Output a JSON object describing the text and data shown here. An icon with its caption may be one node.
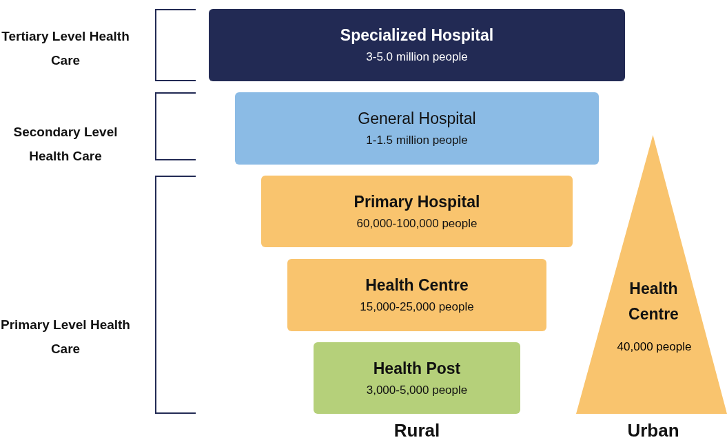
{
  "diagram": {
    "nodes": [
      {
        "text": [
          "Specialized Hospital",
          "3-5.0 million people"
        ]
      },
      {
        "text": [
          "General Hospital",
          "1-1.5 million people"
        ]
      },
      {
        "text": [
          "Primary Hospital",
          "60,000-100,000 people"
        ]
      },
      {
        "text": [
          "Health Centre",
          "15,000-25,000 people"
        ]
      },
      {
        "text": [
          "Health Post",
          "3,000-5,000 people"
        ]
      },
      {
        "text": [
          "Health Centre",
          "40,000 people"
        ]
      }
    ],
    "labels": [
      "Tertiary Level Health Care",
      "Secondary Level Health Care",
      "Primary Level Health Care",
      "Rural",
      "Urban"
    ]
  }
}
